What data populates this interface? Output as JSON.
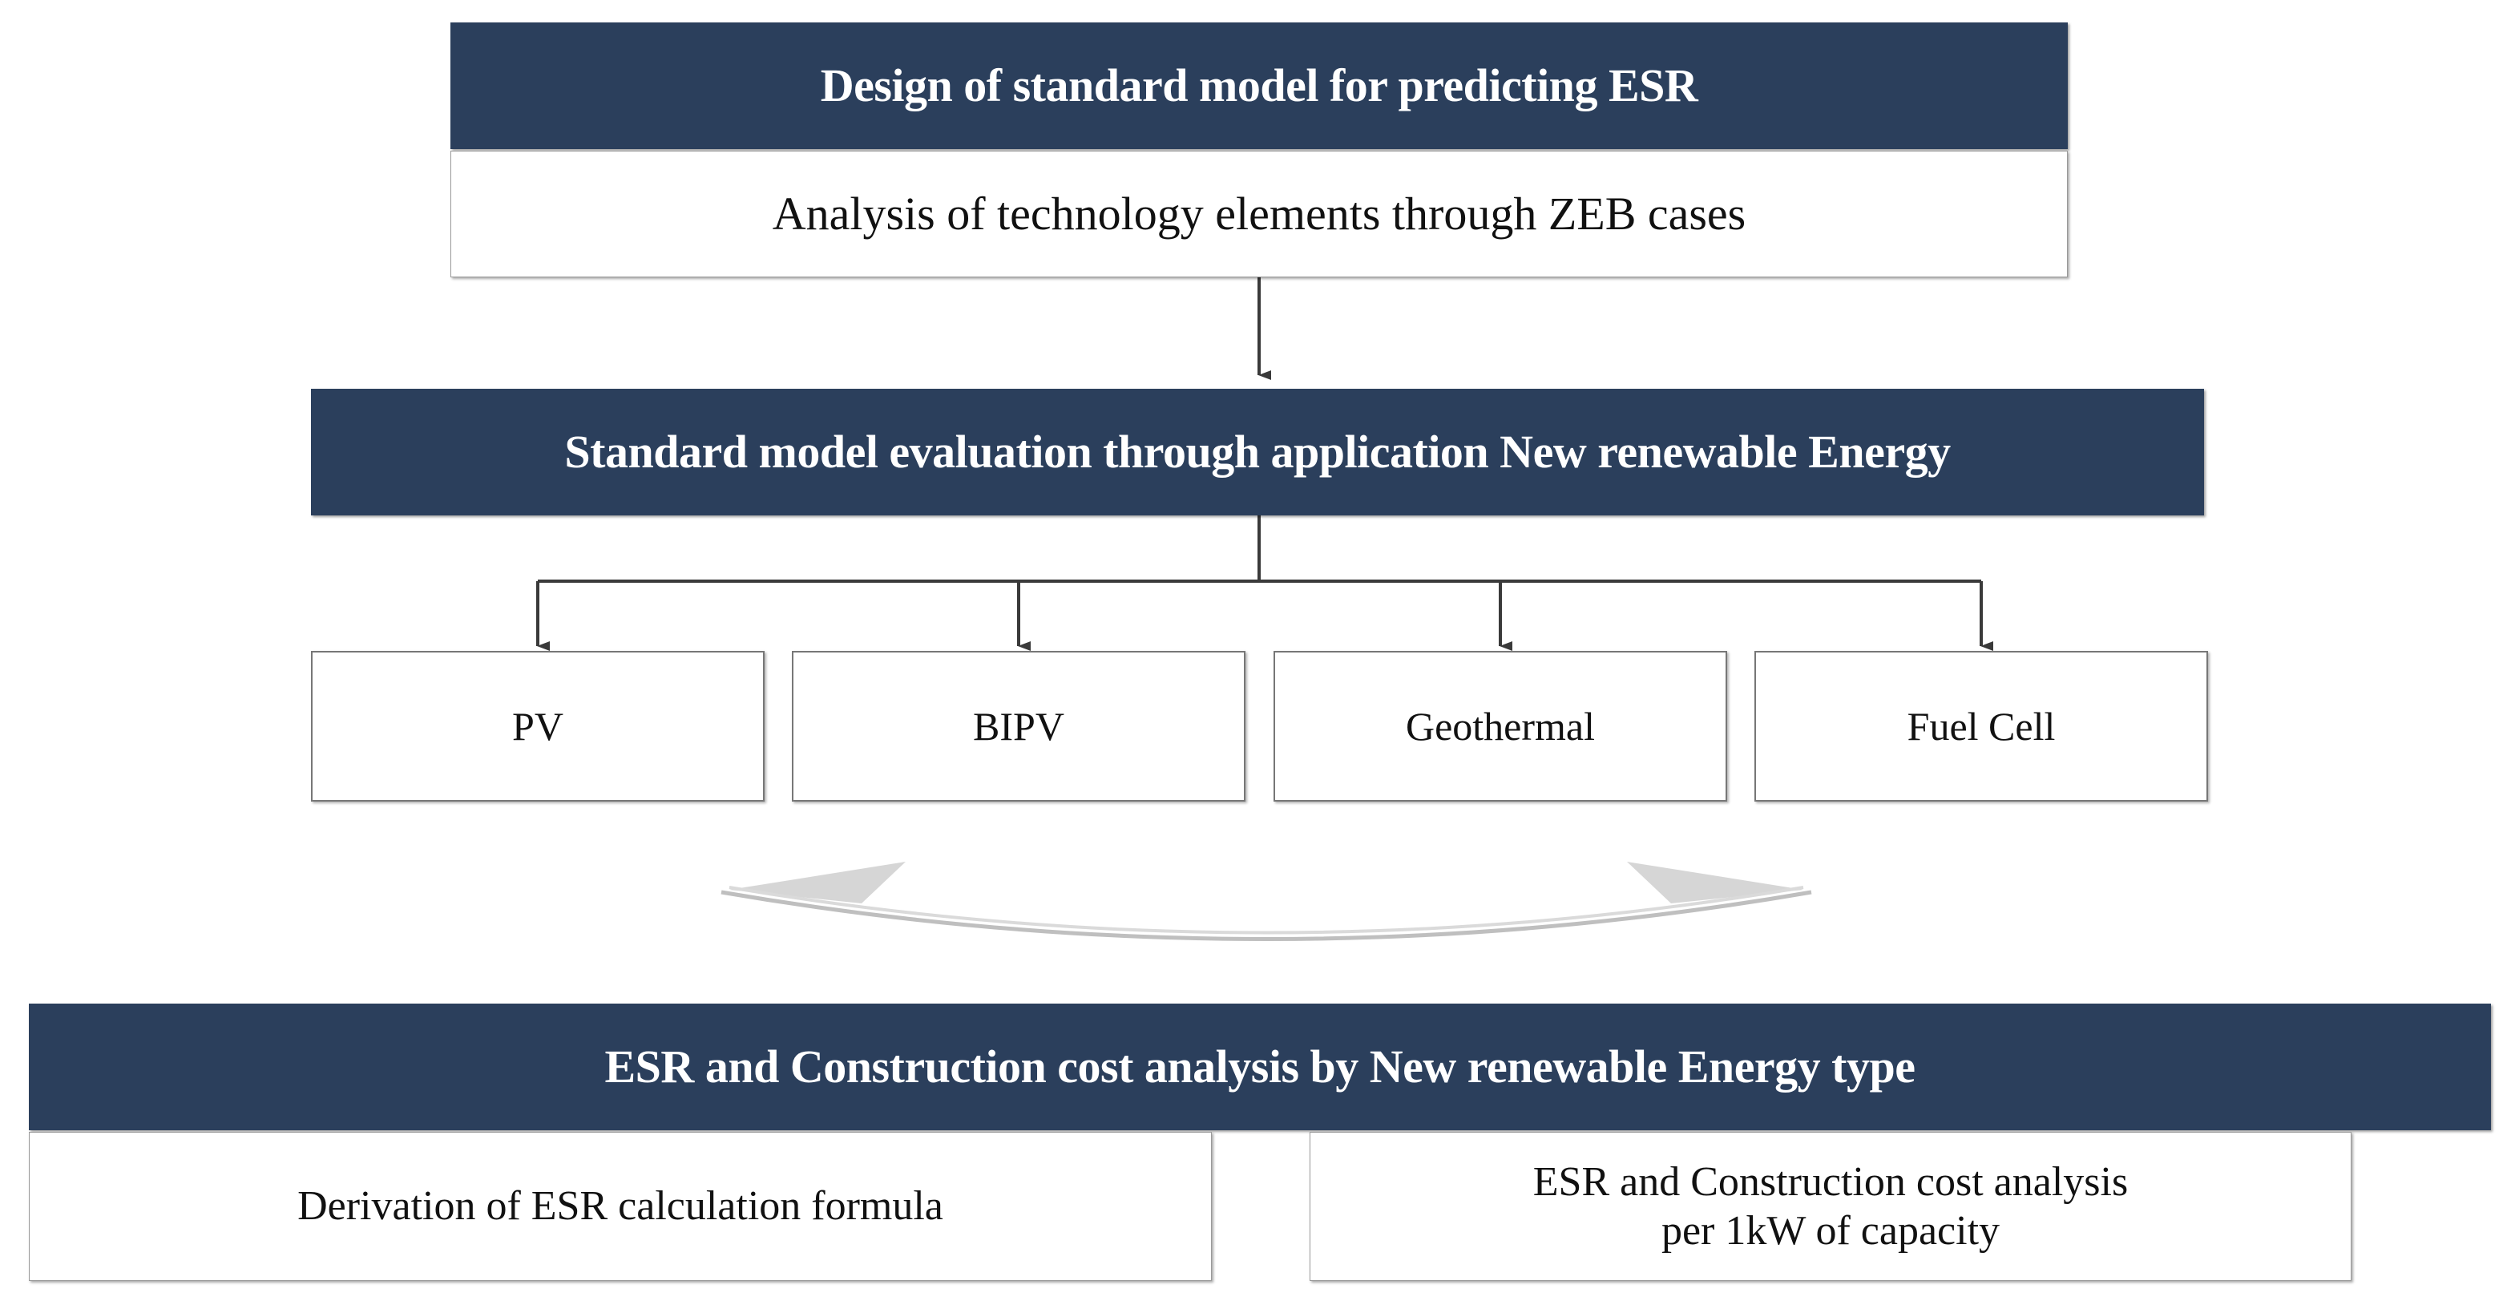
{
  "diagram": {
    "type": "flowchart",
    "title": "Design of standard model for predicting ESR",
    "colors": {
      "header_navy": "#2B3F5C",
      "header_text": "#FFFFFF",
      "box_background": "#FFFFFF",
      "box_border": "#777777",
      "box_text": "#111111",
      "connector_line": "#3A3A3A",
      "decorative_chevron": "#BFBFBF"
    },
    "levels": [
      {
        "id": "level-1",
        "header": "Design of standard model for predicting ESR",
        "body": "Analysis of technology elements through ZEB cases"
      },
      {
        "id": "level-2",
        "header": "Standard model evaluation through application New renewable Energy"
      },
      {
        "id": "level-3",
        "items": [
          {
            "id": "pv",
            "label": "PV"
          },
          {
            "id": "bipv",
            "label": "BIPV"
          },
          {
            "id": "geothermal",
            "label": "Geothermal"
          },
          {
            "id": "fuelcell",
            "label": "Fuel Cell"
          }
        ]
      },
      {
        "id": "level-4",
        "header": "ESR and Construction cost analysis by New renewable Energy type",
        "items": [
          {
            "id": "esr-formula",
            "label": "Derivation of ESR calculation  formula"
          },
          {
            "id": "esr-cost",
            "line1": "ESR and Construction cost analysis",
            "line2": "per 1kW of capacity"
          }
        ]
      }
    ]
  }
}
